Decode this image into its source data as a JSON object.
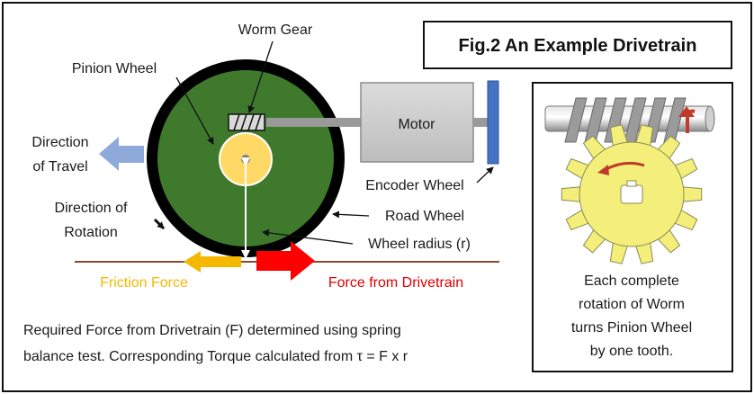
{
  "figure": {
    "title": "Fig.2 An Example Drivetrain"
  },
  "labels": {
    "worm_gear": "Worm Gear",
    "pinion_wheel": "Pinion Wheel",
    "direction_of_travel_1": "Direction",
    "direction_of_travel_2": "of Travel",
    "direction_of_rotation_1": "Direction of",
    "direction_of_rotation_2": "Rotation",
    "motor": "Motor",
    "encoder_wheel": "Encoder Wheel",
    "road_wheel": "Road Wheel",
    "wheel_radius": "Wheel radius (r)",
    "friction_force": "Friction Force",
    "force_from_drivetrain": "Force from Drivetrain"
  },
  "caption": {
    "line1": "Required Force from Drivetrain (F) determined using spring",
    "line2": "balance test. Corresponding Torque calculated from τ = F x r"
  },
  "inset_caption": {
    "line1": "Each complete",
    "line2": "rotation of Worm",
    "line3": "turns Pinion Wheel",
    "line4": "by one tooth."
  },
  "colors": {
    "wheel_rim": "#000000",
    "wheel_fill": "#3f7a2c",
    "pinion": "#ffd966",
    "motor": "#cfcfcf",
    "encoder": "#4472c4",
    "travel_arrow": "#8eaadb",
    "friction_arrow": "#f5b800",
    "drivetrain_arrow": "#ff0000",
    "road": "#8b4a2b",
    "friction_text": "#f5b800",
    "drivetrain_text": "#e00000",
    "gear_yellow": "#f3ef7a",
    "worm_grey": "#9b9b9b",
    "rotation_arrow": "#c0392b"
  }
}
